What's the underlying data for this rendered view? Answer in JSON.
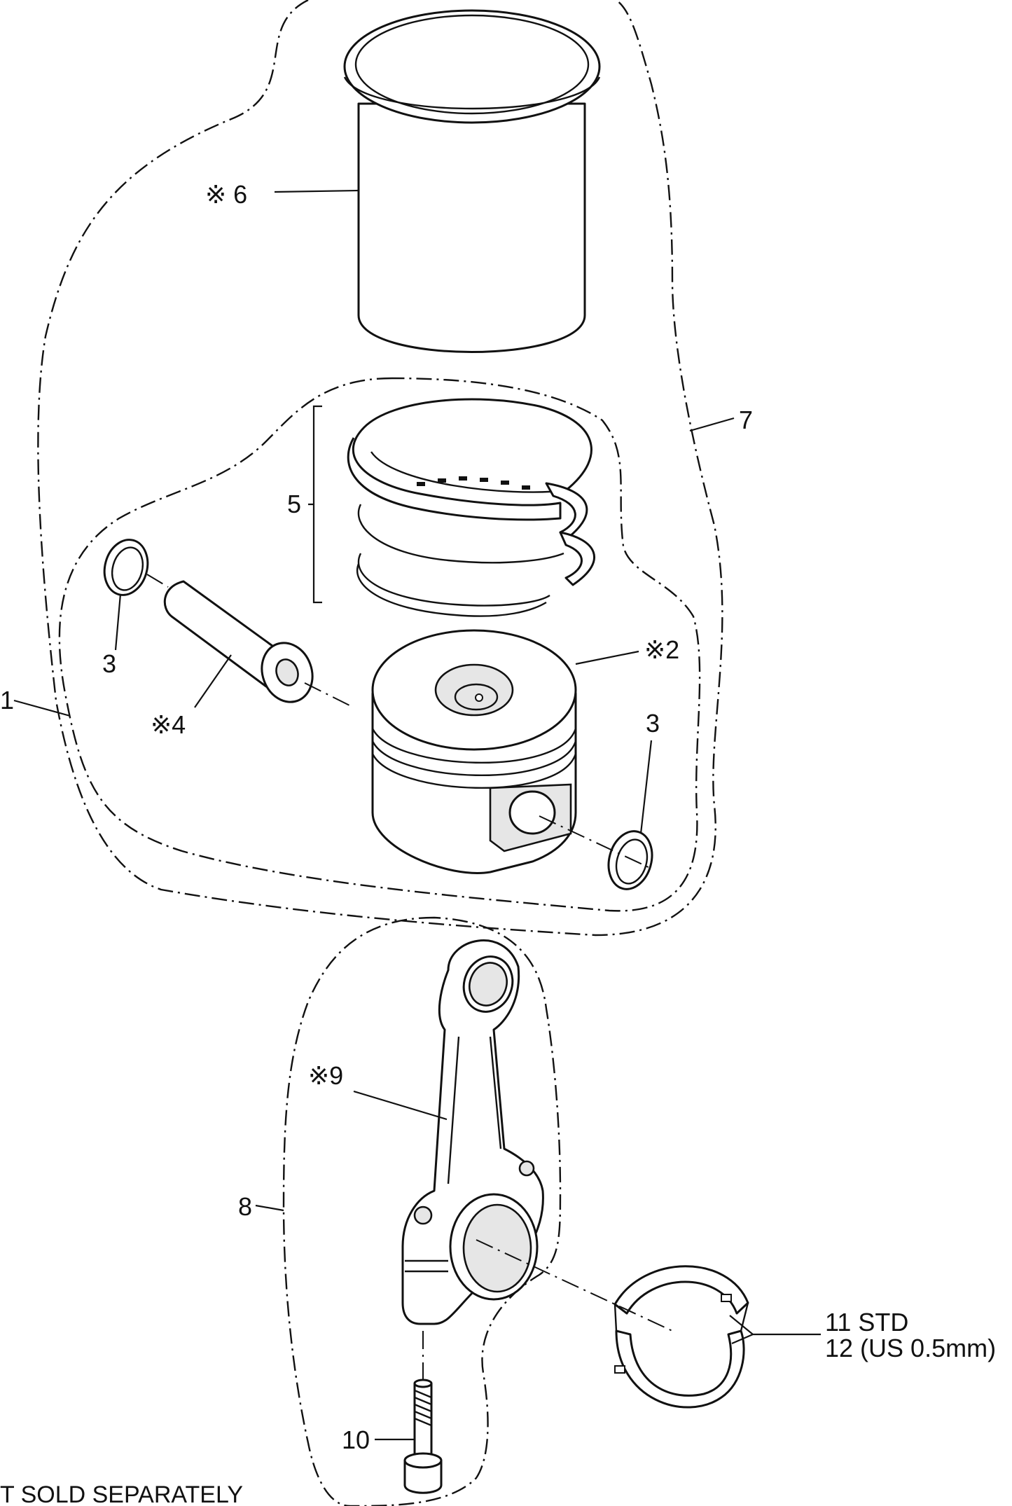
{
  "diagram": {
    "callouts": {
      "c1": "1",
      "c2": "※2",
      "c3a": "3",
      "c3b": "3",
      "c4": "※4",
      "c5": "5",
      "c6": "※ 6",
      "c7": "7",
      "c8": "8",
      "c9": "※9",
      "c10": "10",
      "c11": "11 STD",
      "c12": "12 (US 0.5mm)"
    },
    "footnote": "T SOLD SEPARATELY"
  }
}
